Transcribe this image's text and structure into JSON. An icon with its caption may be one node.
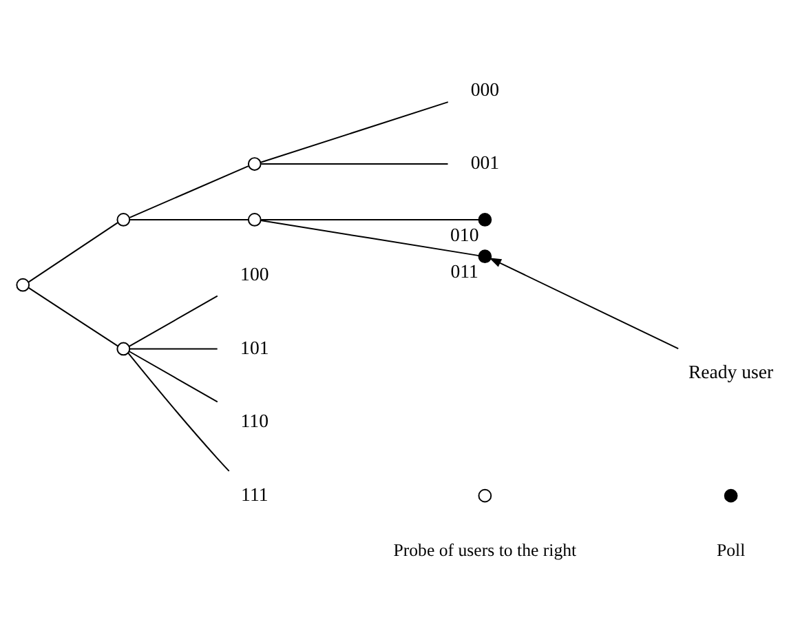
{
  "diagram": {
    "nodes": [
      {
        "text": [],
        "shape": "circle"
      },
      {
        "text": [],
        "shape": "circle"
      },
      {
        "text": [],
        "shape": "circle"
      },
      {
        "text": [
          "000"
        ]
      },
      {
        "text": [
          "001"
        ]
      },
      {
        "text": [],
        "shape": "circle"
      },
      {
        "text": [],
        "shape": "circle",
        "beside": [
          "010"
        ]
      },
      {
        "text": [],
        "shape": "circle",
        "beside": [
          "011"
        ]
      },
      {
        "text": [
          "Ready user"
        ]
      },
      {
        "text": [],
        "shape": "circle"
      },
      {
        "text": [
          "100"
        ]
      },
      {
        "text": [
          "101"
        ]
      },
      {
        "text": [
          "110"
        ]
      },
      {
        "text": [
          "111"
        ]
      }
    ],
    "edges": [
      {
        "from": 0,
        "to": 1,
        "arrow": "none"
      },
      {
        "from": 1,
        "to": 2,
        "arrow": "none"
      },
      {
        "from": 2,
        "to": 3,
        "arrow": "none"
      },
      {
        "from": 2,
        "to": 4,
        "arrow": "none"
      },
      {
        "from": 1,
        "to": 5,
        "arrow": "none"
      },
      {
        "from": 5,
        "to": 6,
        "arrow": "none"
      },
      {
        "from": 5,
        "to": 7,
        "arrow": "none"
      },
      {
        "from": 8,
        "to": 7,
        "arrow": "to"
      },
      {
        "from": 0,
        "to": 9,
        "arrow": "none"
      },
      {
        "from": 9,
        "to": 10,
        "arrow": "none"
      },
      {
        "from": 9,
        "to": 11,
        "arrow": "none"
      },
      {
        "from": 9,
        "to": 12,
        "arrow": "none"
      },
      {
        "from": 9,
        "to": 13,
        "arrow": "none"
      }
    ],
    "legend": [
      {
        "text": "Probe of users to the right"
      },
      {
        "text": "Poll"
      }
    ]
  }
}
